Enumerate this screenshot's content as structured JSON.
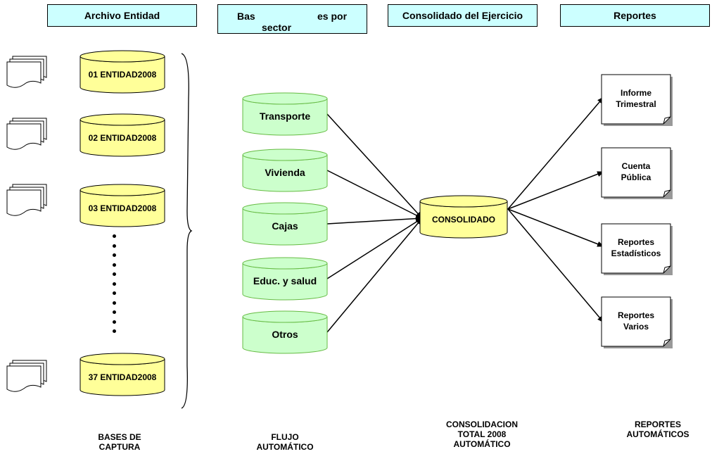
{
  "headers": {
    "archivo": "Archivo Entidad",
    "bases_a": "Bas",
    "bases_b": "es por",
    "bases_c": "sector",
    "consolidado": "Consolidado del Ejercicio",
    "reportes": "Reportes"
  },
  "entities": [
    "01 ENTIDAD2008",
    "02 ENTIDAD2008",
    "03 ENTIDAD2008",
    "37 ENTIDAD2008"
  ],
  "sectors": [
    "Transporte",
    "Vivienda",
    "Cajas",
    "Educ. y salud",
    "Otros"
  ],
  "central": "CONSOLIDADO",
  "reports": [
    [
      "Informe",
      "Trimestral"
    ],
    [
      "Cuenta",
      "Pública"
    ],
    [
      "Reportes",
      "Estadísticos"
    ],
    [
      "Reportes",
      "Varios"
    ]
  ],
  "captions": {
    "bases_1": "BASES DE",
    "bases_2": "CAPTURA",
    "flujo_1": "FLUJO",
    "flujo_2": "AUTOMÁTICO",
    "cons_1": "CONSOLIDACION",
    "cons_2": "TOTAL 2008",
    "cons_3": "AUTOMÁTICO",
    "rep_1": "REPORTES",
    "rep_2": "AUTOMÁTICOS"
  },
  "colors": {
    "header_fill": "#ccffff",
    "entity_fill": "#ffff99",
    "sector_fill": "#ccffcc",
    "sector_stroke": "#66bb44",
    "central_fill": "#ffff99"
  }
}
